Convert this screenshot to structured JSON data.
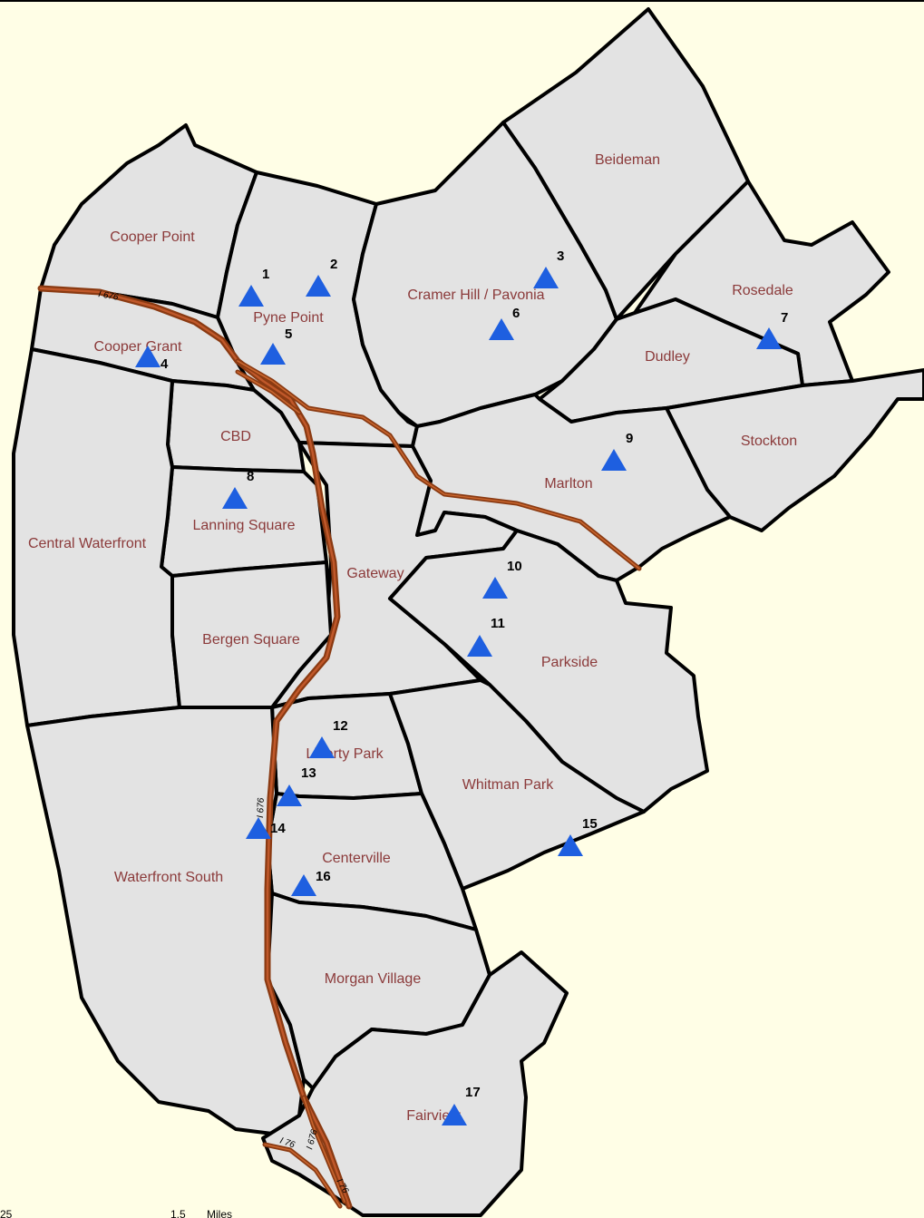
{
  "neighborhoods": [
    {
      "id": "cooper-point",
      "label": "Cooper Point"
    },
    {
      "id": "pyne-point",
      "label": "Pyne Point"
    },
    {
      "id": "cramer-hill",
      "label": "Cramer Hill / Pavonia"
    },
    {
      "id": "beideman",
      "label": "Beideman"
    },
    {
      "id": "rosedale",
      "label": "Rosedale"
    },
    {
      "id": "dudley",
      "label": "Dudley"
    },
    {
      "id": "cooper-grant",
      "label": "Cooper Grant"
    },
    {
      "id": "cbd",
      "label": "CBD"
    },
    {
      "id": "stockton",
      "label": "Stockton"
    },
    {
      "id": "marlton",
      "label": "Marlton"
    },
    {
      "id": "lanning-square",
      "label": "Lanning Square"
    },
    {
      "id": "central-waterfront",
      "label": "Central Waterfront"
    },
    {
      "id": "gateway",
      "label": "Gateway"
    },
    {
      "id": "bergen-square",
      "label": "Bergen Square"
    },
    {
      "id": "parkside",
      "label": "Parkside"
    },
    {
      "id": "liberty-park",
      "label": "Liberty Park"
    },
    {
      "id": "whitman-park",
      "label": "Whitman Park"
    },
    {
      "id": "centerville",
      "label": "Centerville"
    },
    {
      "id": "waterfront-south",
      "label": "Waterfront South"
    },
    {
      "id": "morgan-village",
      "label": "Morgan Village"
    },
    {
      "id": "fairview",
      "label": "Fairview"
    }
  ],
  "sites": [
    "1",
    "2",
    "3",
    "4",
    "5",
    "6",
    "7",
    "8",
    "9",
    "10",
    "11",
    "12",
    "13",
    "14",
    "15",
    "16",
    "17"
  ],
  "highways": {
    "i676_north": "I 676",
    "i676_central": "I 676",
    "i676_south": "I 676",
    "i76_west": "I 76",
    "i76_east": "I 76"
  },
  "scale": {
    "left": "25",
    "right": "1.5",
    "unit": "Miles"
  },
  "colors": {
    "background": "#fffee6",
    "neighborhood_fill": "#e3e3e3",
    "label": "#8b3a3a",
    "site_marker": "#1e5fe0",
    "highway": "#8a3a12"
  }
}
